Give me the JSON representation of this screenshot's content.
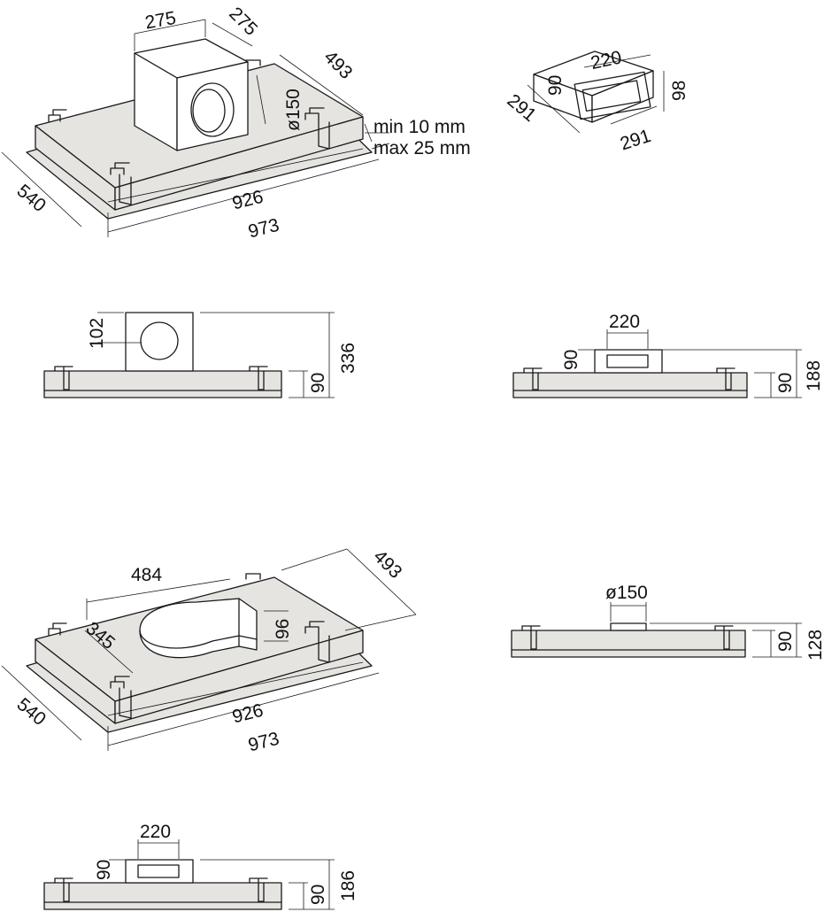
{
  "views": {
    "top_iso": {
      "w_box": "275",
      "d_box": "275",
      "depth": "493",
      "dia": "ø150",
      "gap_min": "min 10 mm",
      "gap_max": "max 25 mm",
      "side": "540",
      "inner_w": "926",
      "outer_w": "973"
    },
    "duct_iso": {
      "w": "220",
      "h": "90",
      "side_a": "291",
      "side_b": "291",
      "total_h": "98"
    },
    "front_tall": {
      "top_off": "102",
      "body_h": "90",
      "total_h": "336"
    },
    "front_flat": {
      "w": "220",
      "h": "90",
      "body_h": "90",
      "total_h": "188"
    },
    "bottom_iso": {
      "len": "484",
      "depth": "493",
      "h": "96",
      "side_a": "345",
      "side": "540",
      "inner_w": "926",
      "outer_w": "973"
    },
    "front_round": {
      "dia": "ø150",
      "body_h": "90",
      "total_h": "128"
    },
    "front_last": {
      "w": "220",
      "h": "90",
      "body_h": "90",
      "total_h": "186"
    }
  }
}
